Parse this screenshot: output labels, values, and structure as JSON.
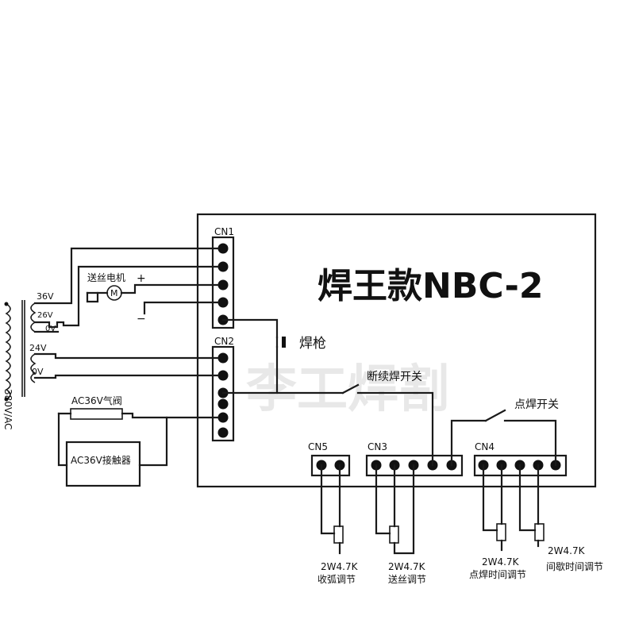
{
  "title": "焊王款NBC-2",
  "watermark": "李工焊割",
  "connectors": {
    "cn1": "CN1",
    "cn2": "CN2",
    "cn3": "CN3",
    "cn4": "CN4",
    "cn5": "CN5"
  },
  "transformer": {
    "v36": "36V",
    "v26": "26V",
    "v0a": "0V",
    "v24": "24V",
    "v0b": "0V",
    "primary": "380V/AC"
  },
  "motor": {
    "label": "送丝电机",
    "plus": "+",
    "minus": "−",
    "symbol": "M"
  },
  "gun_label": "焊枪",
  "switches": {
    "intermittent": "断续焊开关",
    "spot": "点焊开关"
  },
  "valve_label": "AC36V气阀",
  "contactor_label": "AC36V接触器",
  "pots": [
    {
      "spec": "2W4.7K",
      "name": "收弧调节"
    },
    {
      "spec": "2W4.7K",
      "name": "送丝调节"
    },
    {
      "spec": "2W4.7K",
      "name": "点焊时间调节"
    },
    {
      "spec": "2W4.7K",
      "name": "间歇时间调节"
    }
  ],
  "colors": {
    "line": "#1a1a1a",
    "background": "#ffffff",
    "watermark": "#e6e6e6"
  }
}
